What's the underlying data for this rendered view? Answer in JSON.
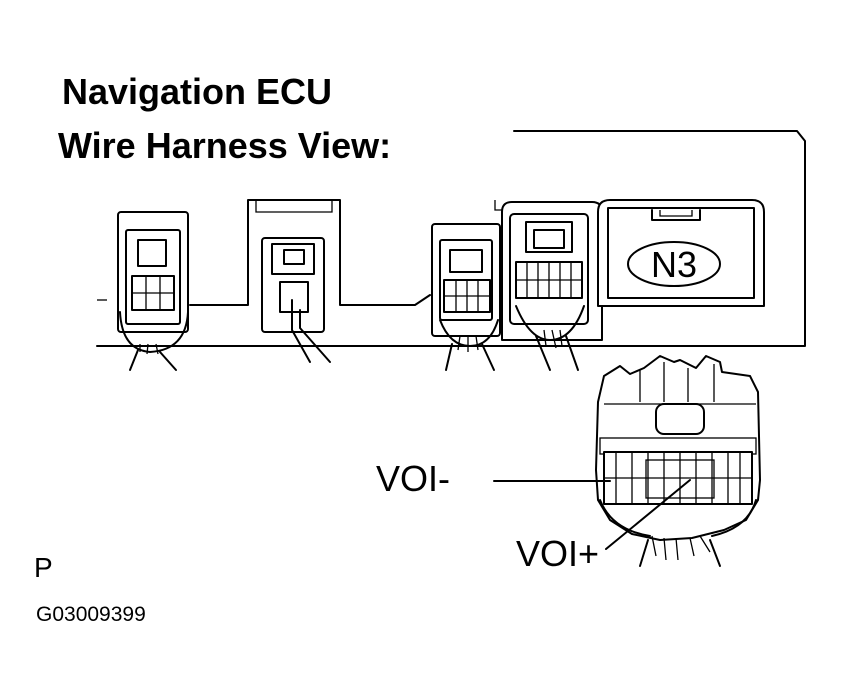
{
  "title": {
    "line1": "Navigation ECU",
    "line2": "Wire Harness View:"
  },
  "connector_label": "N3",
  "pins": {
    "minus": "VOI-",
    "plus": "VOI+"
  },
  "corner_mark": "P",
  "figure_id": "G03009399"
}
